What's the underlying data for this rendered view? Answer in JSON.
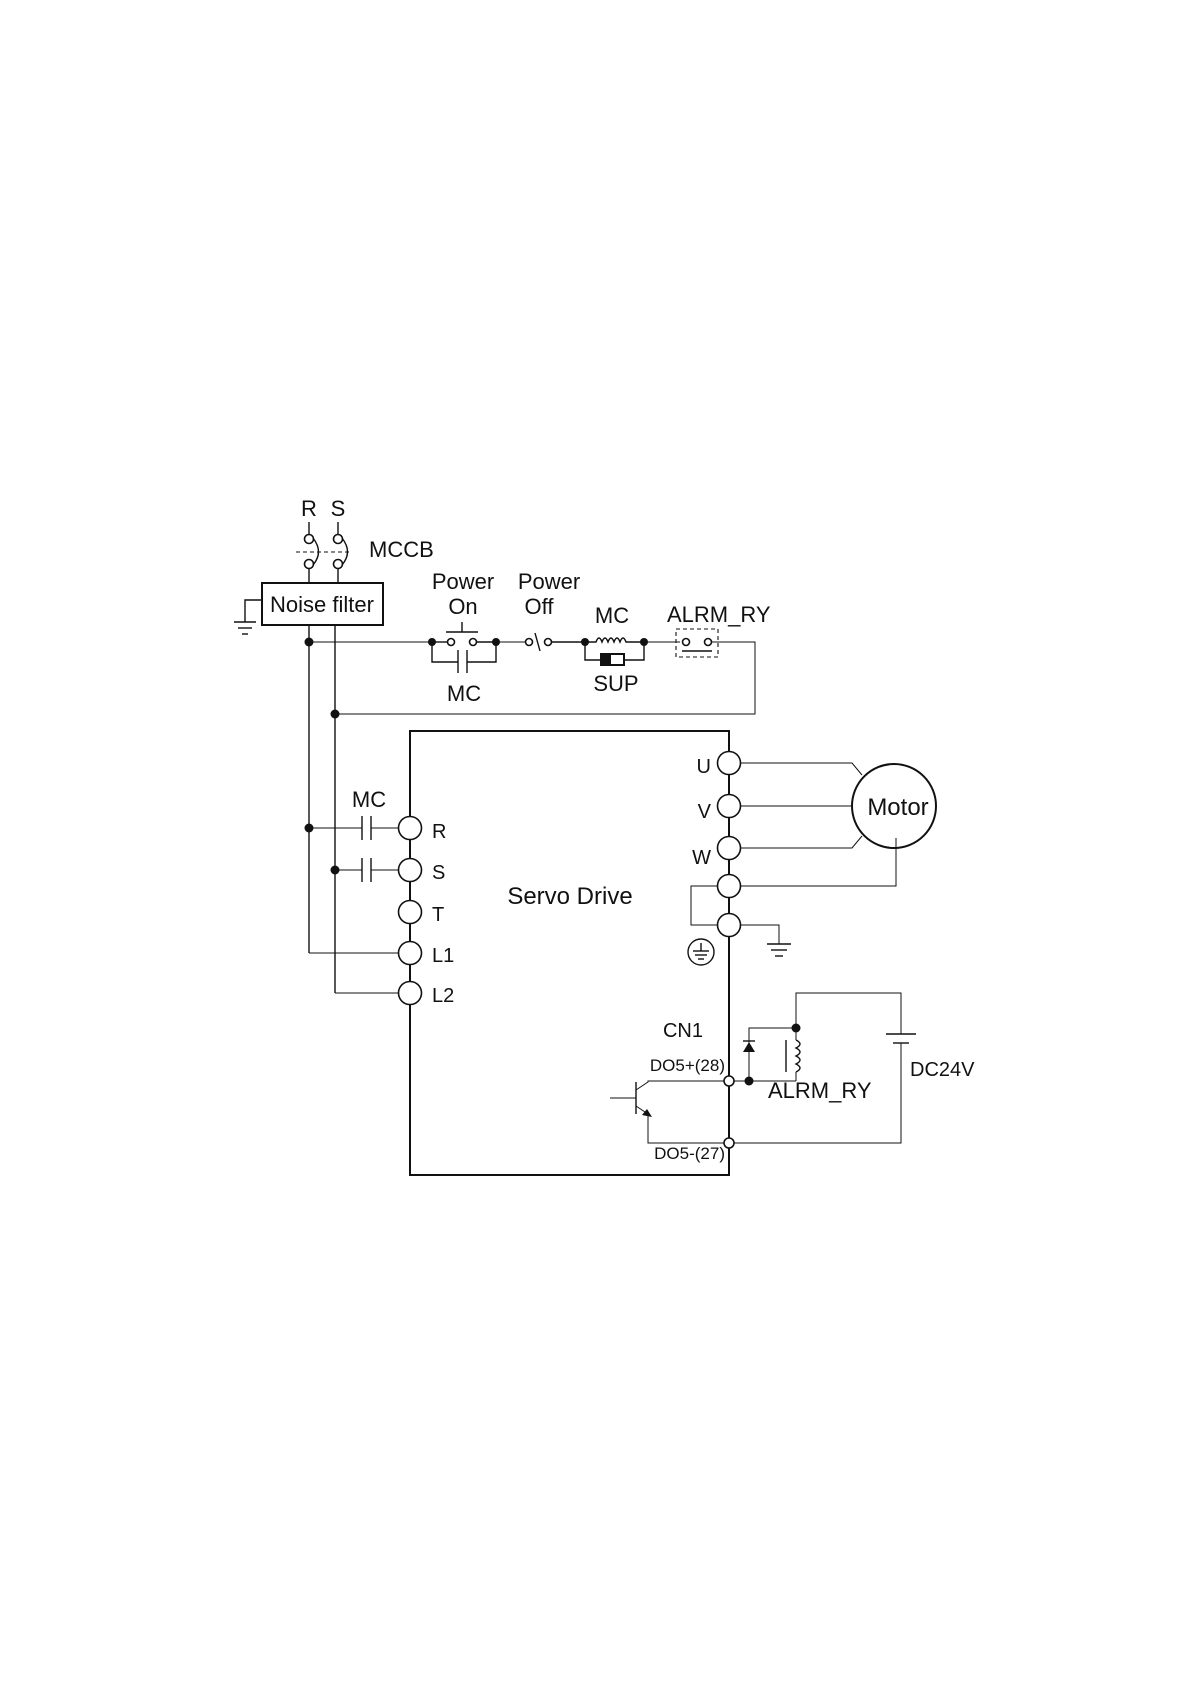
{
  "mains": {
    "r": "R",
    "s": "S",
    "breaker": "MCCB"
  },
  "noise_filter": "Noise filter",
  "control": {
    "power_on": [
      "Power",
      "On"
    ],
    "power_off": [
      "Power",
      "Off"
    ],
    "mc_contact": "MC",
    "mc_coil": "MC",
    "sup": "SUP",
    "alarm_contact": "ALRM_RY"
  },
  "input_contact": "MC",
  "servo": {
    "title": "Servo Drive",
    "power_terminals": [
      "R",
      "S",
      "T",
      "L1",
      "L2"
    ],
    "motor_terminals": [
      "U",
      "V",
      "W"
    ],
    "connector": "CN1",
    "do_plus": "DO5+(28)",
    "do_minus": "DO5-(27)"
  },
  "motor": "Motor",
  "relay": "ALRM_RY",
  "supply": "DC24V"
}
